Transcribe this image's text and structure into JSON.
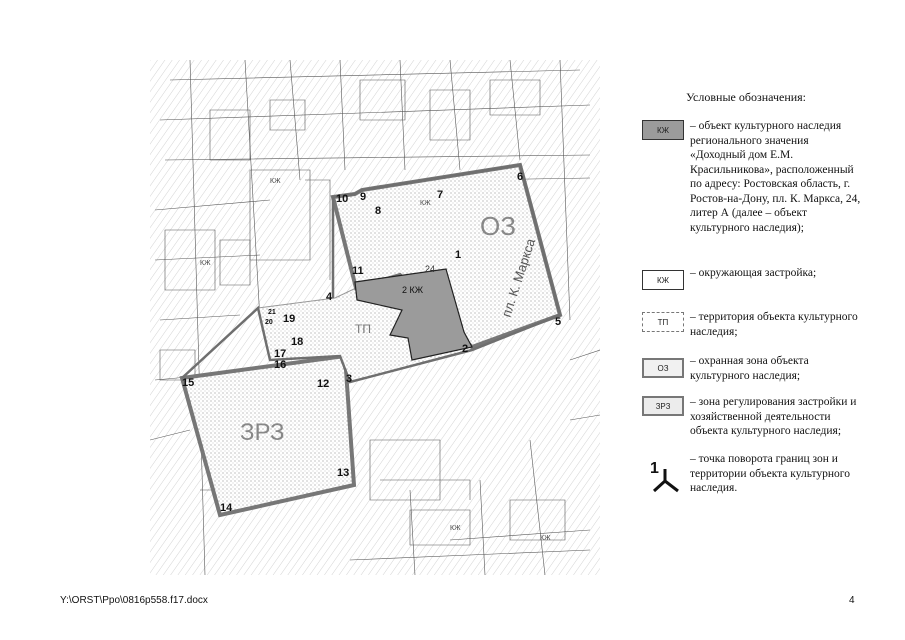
{
  "legend": {
    "title": "Условные обозначения:",
    "items": [
      {
        "symbol": "КЖ",
        "text": "– объект культурного наследия регионального значения «Доходный дом Е.М. Красильникова», расположенный по адресу: Ростовская область, г. Ростов-на-Дону, пл. К. Маркса, 24, литер А (далее – объект культурного наследия);"
      },
      {
        "symbol": "КЖ",
        "text": "– окружающая застройка;"
      },
      {
        "symbol": "ТП",
        "text": "– территория объекта культурного наследия;"
      },
      {
        "symbol": "ОЗ",
        "text": "– охранная зона объекта культурного наследия;"
      },
      {
        "symbol": "ЗРЗ",
        "text": "– зона регулирования застройки и хозяйственной деятельности объекта культурного наследия;"
      },
      {
        "symbol": "1",
        "text": "– точка поворота границ зон и территории объекта культурного наследия."
      }
    ]
  },
  "map": {
    "zone_oz": "ОЗ",
    "zone_zrz": "ЗРЗ",
    "zone_tp": "ТП",
    "object_label": "2 КЖ",
    "object_number": "24",
    "street_label": "пл. К. Маркса",
    "building_labels": [
      "КЖ",
      "КЖ",
      "КЖ",
      "КЖ",
      "КЖ"
    ],
    "points": [
      "1",
      "2",
      "3",
      "4",
      "5",
      "6",
      "7",
      "8",
      "9",
      "10",
      "11",
      "12",
      "13",
      "14",
      "15",
      "16",
      "17",
      "18",
      "19",
      "20",
      "21"
    ]
  },
  "footer": {
    "path": "Y:\\ORST\\Ppo\\0816p558.f17.docx",
    "page": "4"
  }
}
